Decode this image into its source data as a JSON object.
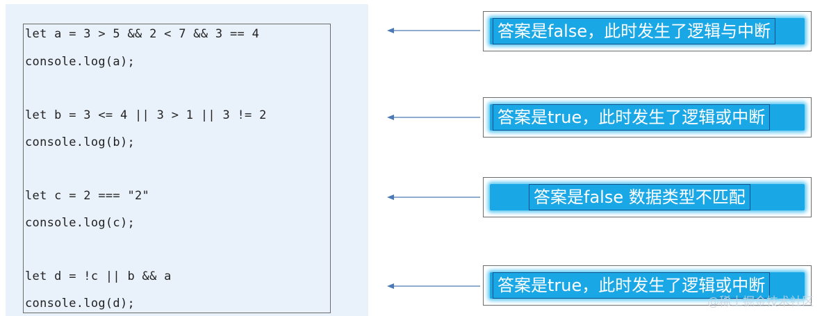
{
  "code_lines": [
    "let a = 3 > 5 && 2 < 7 && 3 == 4",
    "console.log(a);",
    "let b = 3 <= 4 || 3 > 1 || 3 != 2",
    "console.log(b);",
    "let c = 2 === \"2\"",
    "console.log(c);",
    "let d = !c || b && a",
    "console.log(d);"
  ],
  "answers": [
    "答案是false，此时发生了逻辑与中断",
    "答案是true，此时发生了逻辑或中断",
    "答案是false  数据类型不匹配",
    "答案是true，此时发生了逻辑或中断"
  ],
  "watermark": "@稀土掘金技术社区",
  "colors": {
    "panel_bg": "#e9f1fb",
    "answer_bg": "#1aa7e6",
    "arrow": "#4a79b5"
  }
}
